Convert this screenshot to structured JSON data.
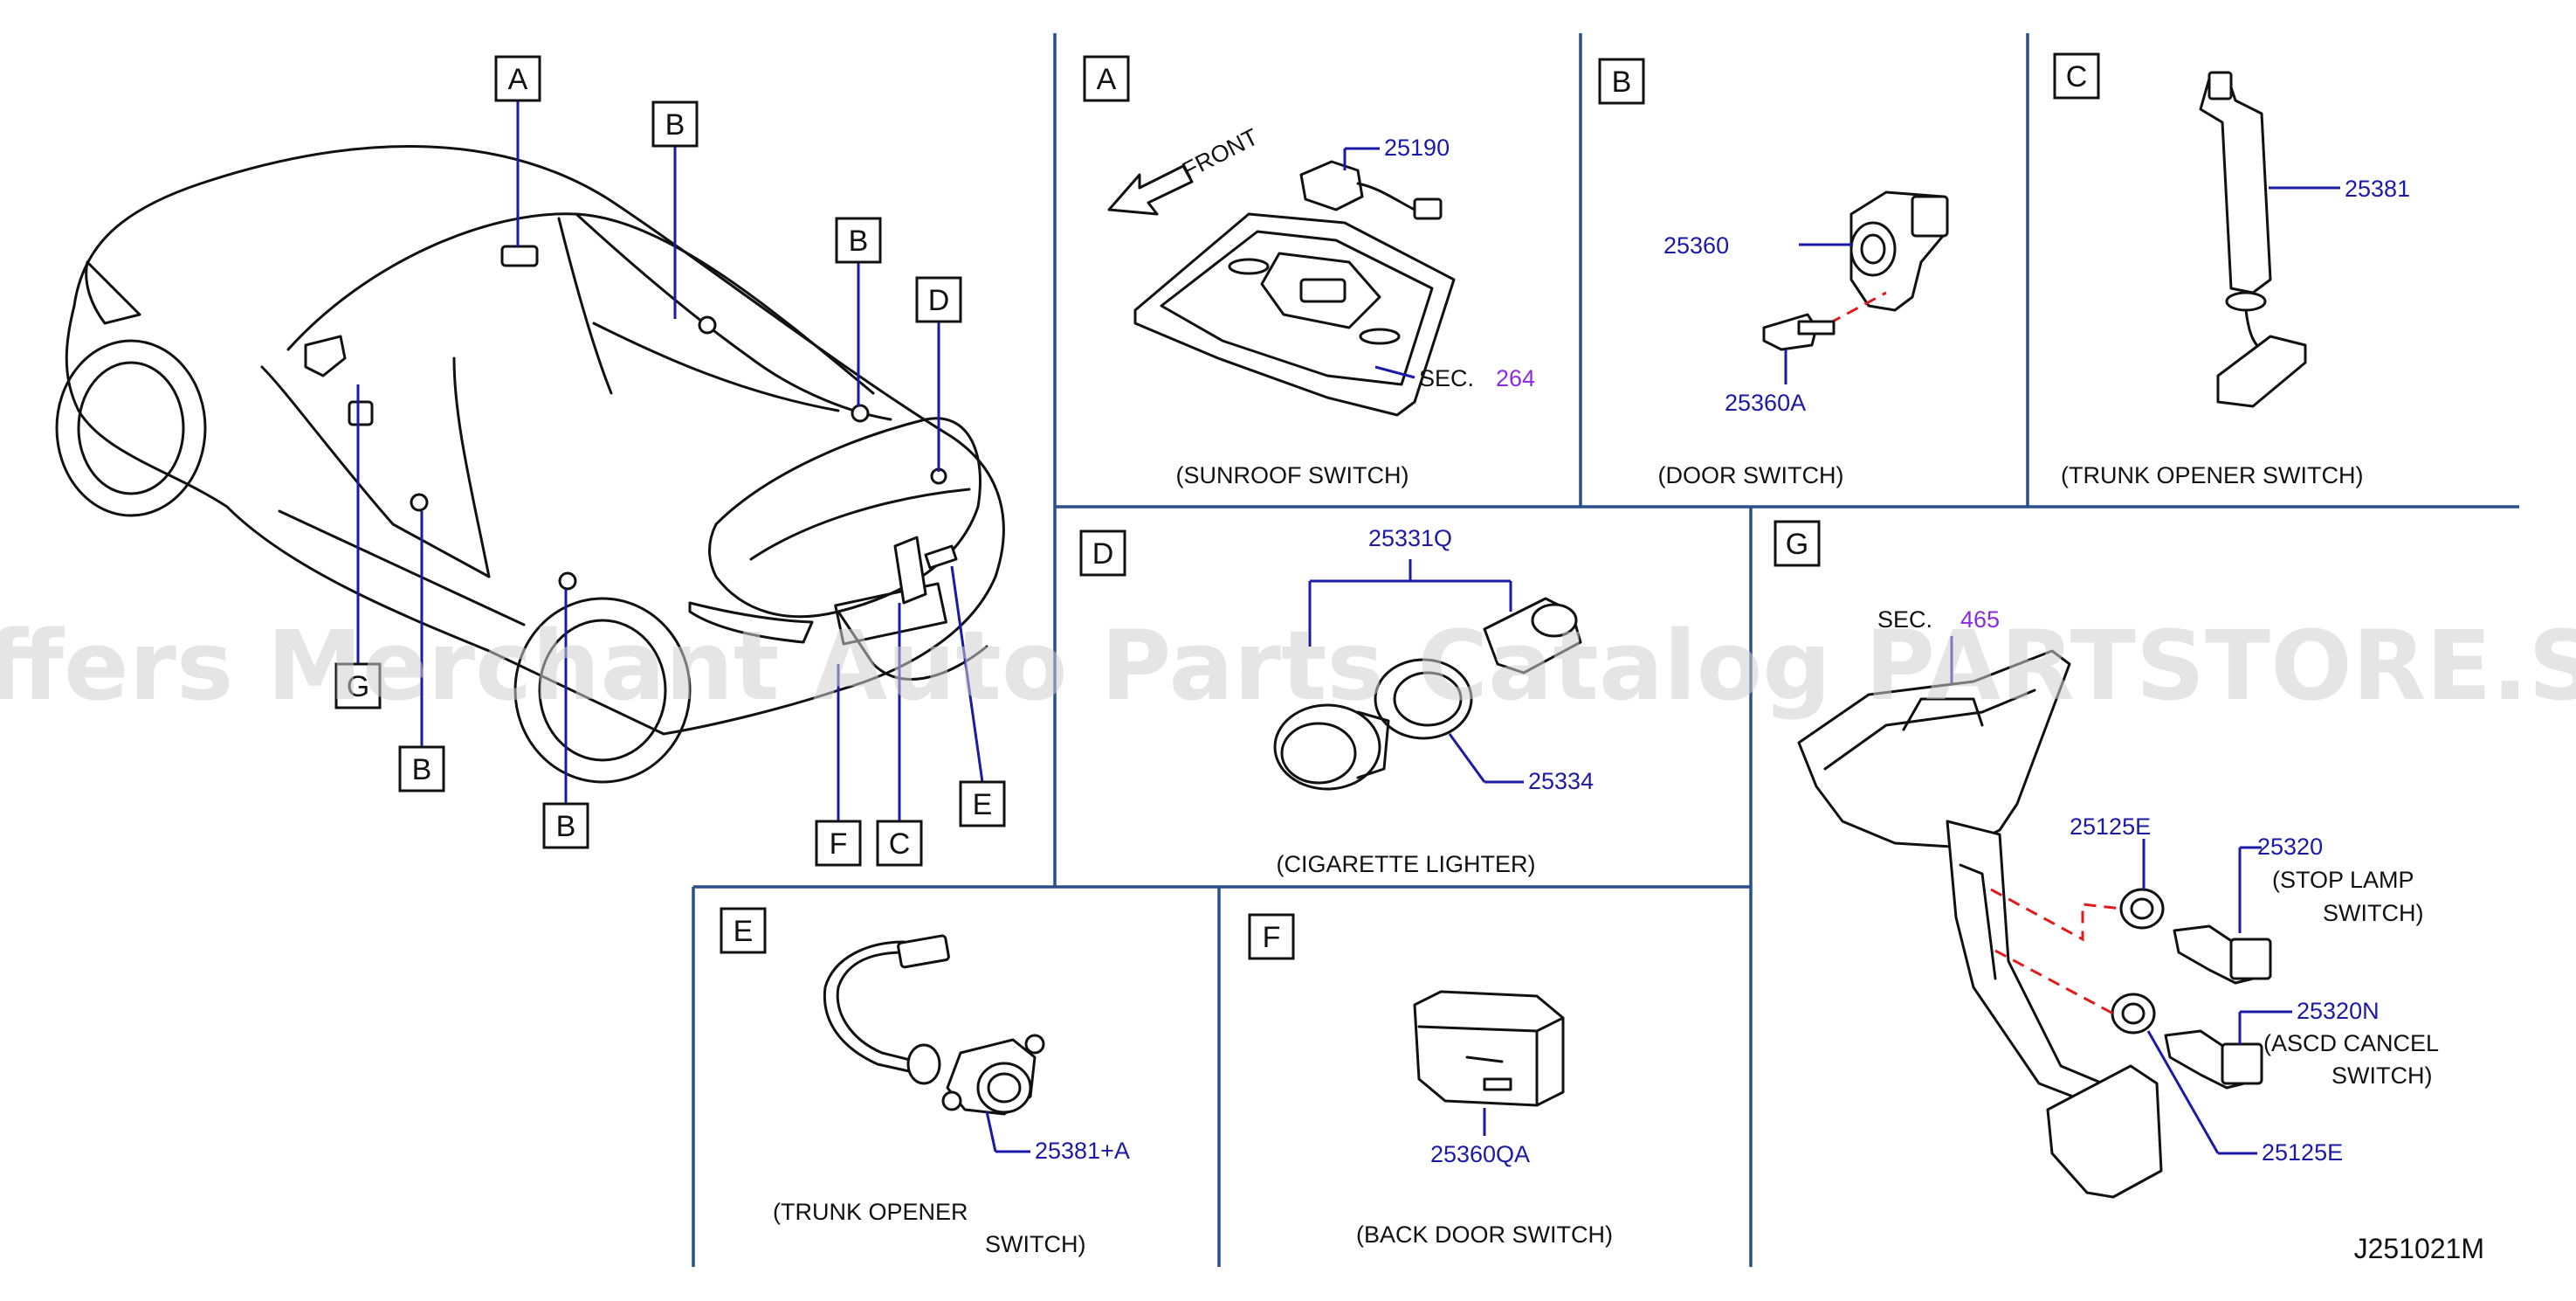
{
  "diagram_code": "J251021M",
  "watermark": "Offers Merchant Auto Parts Catalog PARTSTORE.SA",
  "colors": {
    "part_number": "#1a1aa6",
    "section_ref": "#8a2be2",
    "grid": "#2a4f8a",
    "dashed_guide": "#e01b1b"
  },
  "overview": {
    "callouts": [
      "A",
      "B",
      "B",
      "D",
      "G",
      "B",
      "B",
      "E",
      "F",
      "C"
    ]
  },
  "panels": {
    "A": {
      "letter": "A",
      "front_label": "FRONT",
      "part": "25190",
      "sec_prefix": "SEC.",
      "sec_number": "264",
      "caption": "(SUNROOF   SWITCH)"
    },
    "B": {
      "letter": "B",
      "part_main": "25360",
      "part_screw": "25360A",
      "caption": "(DOOR   SWITCH)"
    },
    "C": {
      "letter": "C",
      "part": "25381",
      "caption": "(TRUNK   OPENER        SWITCH)"
    },
    "D": {
      "letter": "D",
      "part_set": "25331Q",
      "part_ring": "25334",
      "caption": "(CIGARETTE   LIGHTER)"
    },
    "E": {
      "letter": "E",
      "part": "25381+A",
      "caption_line1": "(TRUNK   OPENER",
      "caption_line2": "SWITCH)"
    },
    "F": {
      "letter": "F",
      "part": "25360QA",
      "caption": "(BACK   DOOR   SWITCH)"
    },
    "G": {
      "letter": "G",
      "sec_prefix": "SEC.",
      "sec_number": "465",
      "part_clip_top": "25125E",
      "part_stop": "25320",
      "stop_line1": "(STOP   LAMP",
      "stop_line2": "SWITCH)",
      "part_ascd": "25320N",
      "ascd_line1": "(ASCD   CANCEL",
      "ascd_line2": "SWITCH)",
      "part_clip_bottom": "25125E"
    }
  }
}
